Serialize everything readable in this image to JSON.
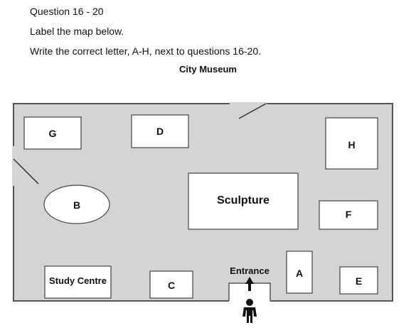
{
  "question": {
    "title": "Question 16 - 20",
    "instruction_1": "Label the map below.",
    "instruction_2": "Write the correct letter, A-H, next to questions 16-20."
  },
  "map": {
    "title": "City Museum",
    "rooms": {
      "g": "G",
      "d": "D",
      "h": "H",
      "b": "B",
      "sculpture": "Sculpture",
      "f": "F",
      "a": "A",
      "study_centre": "Study Centre",
      "c": "C",
      "entrance": "Entrance",
      "e": "E"
    },
    "icons": [
      "up-arrow-icon",
      "person-icon"
    ],
    "colors": {
      "floor": "#d4d4d4",
      "wall": "#555555",
      "room": "#ffffff"
    }
  }
}
